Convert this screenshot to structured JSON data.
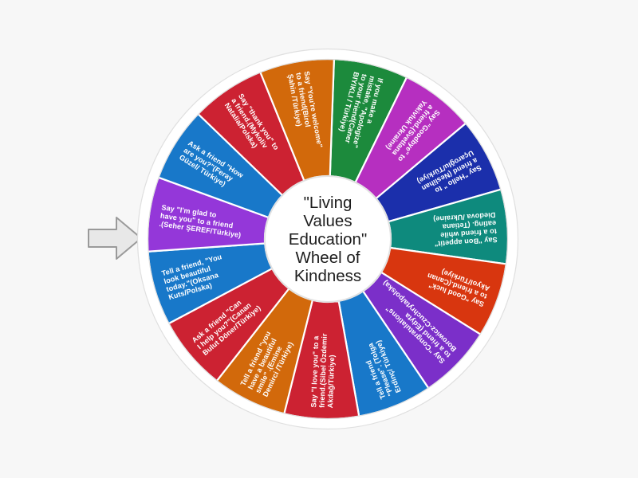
{
  "page": {
    "background_color": "#f7f7f7"
  },
  "pointer": {
    "icon": "arrow-right-icon",
    "fill_color": "#e8e8e8",
    "stroke_color": "#9a9a9a"
  },
  "wheel": {
    "rim_color": "#ffffff",
    "hub_fill": "#ffffff",
    "hub_border": "#e2e2e2",
    "segment_border": "#ffffff",
    "label_color": "#ffffff",
    "hub_lines": [
      "\"Living",
      "Values",
      "Education\"",
      "Wheel of",
      "Kindness"
    ],
    "segments": [
      {
        "index": 1,
        "color": "#1c8a3c",
        "lines": [
          "If you make a",
          "mistake, \"Apologize\"",
          "to your friend(Caner",
          "BIYIKLI / Türkiye)"
        ],
        "text": "If you make a mistake, \"Apologize\" to your friend(Caner BIYIKLI / Türkiye)"
      },
      {
        "index": 2,
        "color": "#b62fc0",
        "lines": [
          "Say \"Goodbye\" to",
          "a friend.(Svetlana",
          "Yakivluk Ukraine)"
        ],
        "text": "Say \"Goodbye\" to a friend.(Svetlana Yakivluk Ukraine)"
      },
      {
        "index": 3,
        "color": "#1b2fab",
        "lines": [
          "Say \"Hello \" to",
          "a friend (Neslihan",
          "Uçaroğlu/Türkiye)"
        ],
        "text": "Say \"Hello \" to a friend (Neslihan Uçaroğlu/Türkiye)"
      },
      {
        "index": 4,
        "color": "#0e8a7d",
        "lines": [
          "Say \"Bon appetit\"",
          "to a friend while",
          "eating. (Tetiana",
          "Diedova /Ukraine)"
        ],
        "text": "Say \"Bon appetit\" to a friend while eating. (Tetiana Diedova /Ukraine)"
      },
      {
        "index": 5,
        "color": "#d8360f",
        "lines": [
          "Say \"Good luck\"",
          "to a friend.(Canan",
          "Akyol/Türkiye)"
        ],
        "text": "Say \"Good luck\" to a friend.(Canan Akyol/Türkiye)"
      },
      {
        "index": 6,
        "color": "#7b2fc9",
        "lines": [
          "Say \"Congratulations\"",
          "to a friend (Edyta",
          "Borowicz-Czuchryta/polska)"
        ],
        "text": "Say \"Congratulations\" to a friend (Edyta Borowicz-Czuchryta/polska)"
      },
      {
        "index": 7,
        "color": "#1878c9",
        "lines": [
          "Tell a friend",
          "\"Please\". (Tolga",
          "Erdinç/ Türkiye)"
        ],
        "text": "Tell a friend \"Please\". (Tolga Erdinç/ Türkiye)"
      },
      {
        "index": 8,
        "color": "#cc2232",
        "lines": [
          "Say \"I love you\" to a",
          "friend.(Sibel Özdemir",
          "Akdağ/Türkiye)"
        ],
        "text": "Say \"I love you\" to a friend.(Sibel Özdemir Akdağ/Türkiye)"
      },
      {
        "index": 9,
        "color": "#d2690b",
        "lines": [
          "Tell a friend \"you",
          "have a beautiful",
          "smile\" .(Emine",
          "Demirci /Türkiye)"
        ],
        "text": "Tell a friend \"you have a beautiful smile\" .(Emine Demirci /Türkiye)"
      },
      {
        "index": 10,
        "color": "#cc2232",
        "lines": [
          "Ask a friend \"Can",
          "I help you?\"(Canan",
          "Bulut Döner/Türkiye)"
        ],
        "text": "Ask a friend \"Can I help you?\"(Canan Bulut Döner/Türkiye)"
      },
      {
        "index": 11,
        "color": "#1878c9",
        "lines": [
          "Tell a friend, \"You",
          "look beautiful",
          "today.\"(Oksana",
          "Kuts/Polska)"
        ],
        "text": "Tell a friend, \"You look beautiful today.\"(Oksana Kuts/Polska)"
      },
      {
        "index": 12,
        "color": "#9437d9",
        "lines": [
          "Say \"I'm glad to",
          "have you\" to a friend",
          ".(Seher ŞEREF/Türkiye)"
        ],
        "text": "Say \"I'm glad to have you\" to a friend .(Seher ŞEREF/Türkiye)"
      },
      {
        "index": 13,
        "color": "#1878c9",
        "lines": [
          "Ask a friend \"How",
          "are you?\"(Feray",
          "Güzel/ Türkiye)"
        ],
        "text": "Ask a friend \"How are you?\"(Feray Güzel/ Türkiye)"
      },
      {
        "index": 14,
        "color": "#cc2232",
        "lines": [
          "Say \"thank you\" to",
          "a friend.(Mykoliv",
          "Natalia/Polska)"
        ],
        "text": "Say \"thank you\" to a friend.(Mykoliv Natalia/Polska)"
      },
      {
        "index": 15,
        "color": "#d2690b",
        "lines": [
          "Say \"You're welcome\"",
          "to a friend(Birol",
          "Şahin /Türkiye)"
        ],
        "text": "Say \"You're welcome\" to a friend(Birol Şahin /Türkiye)"
      }
    ]
  }
}
